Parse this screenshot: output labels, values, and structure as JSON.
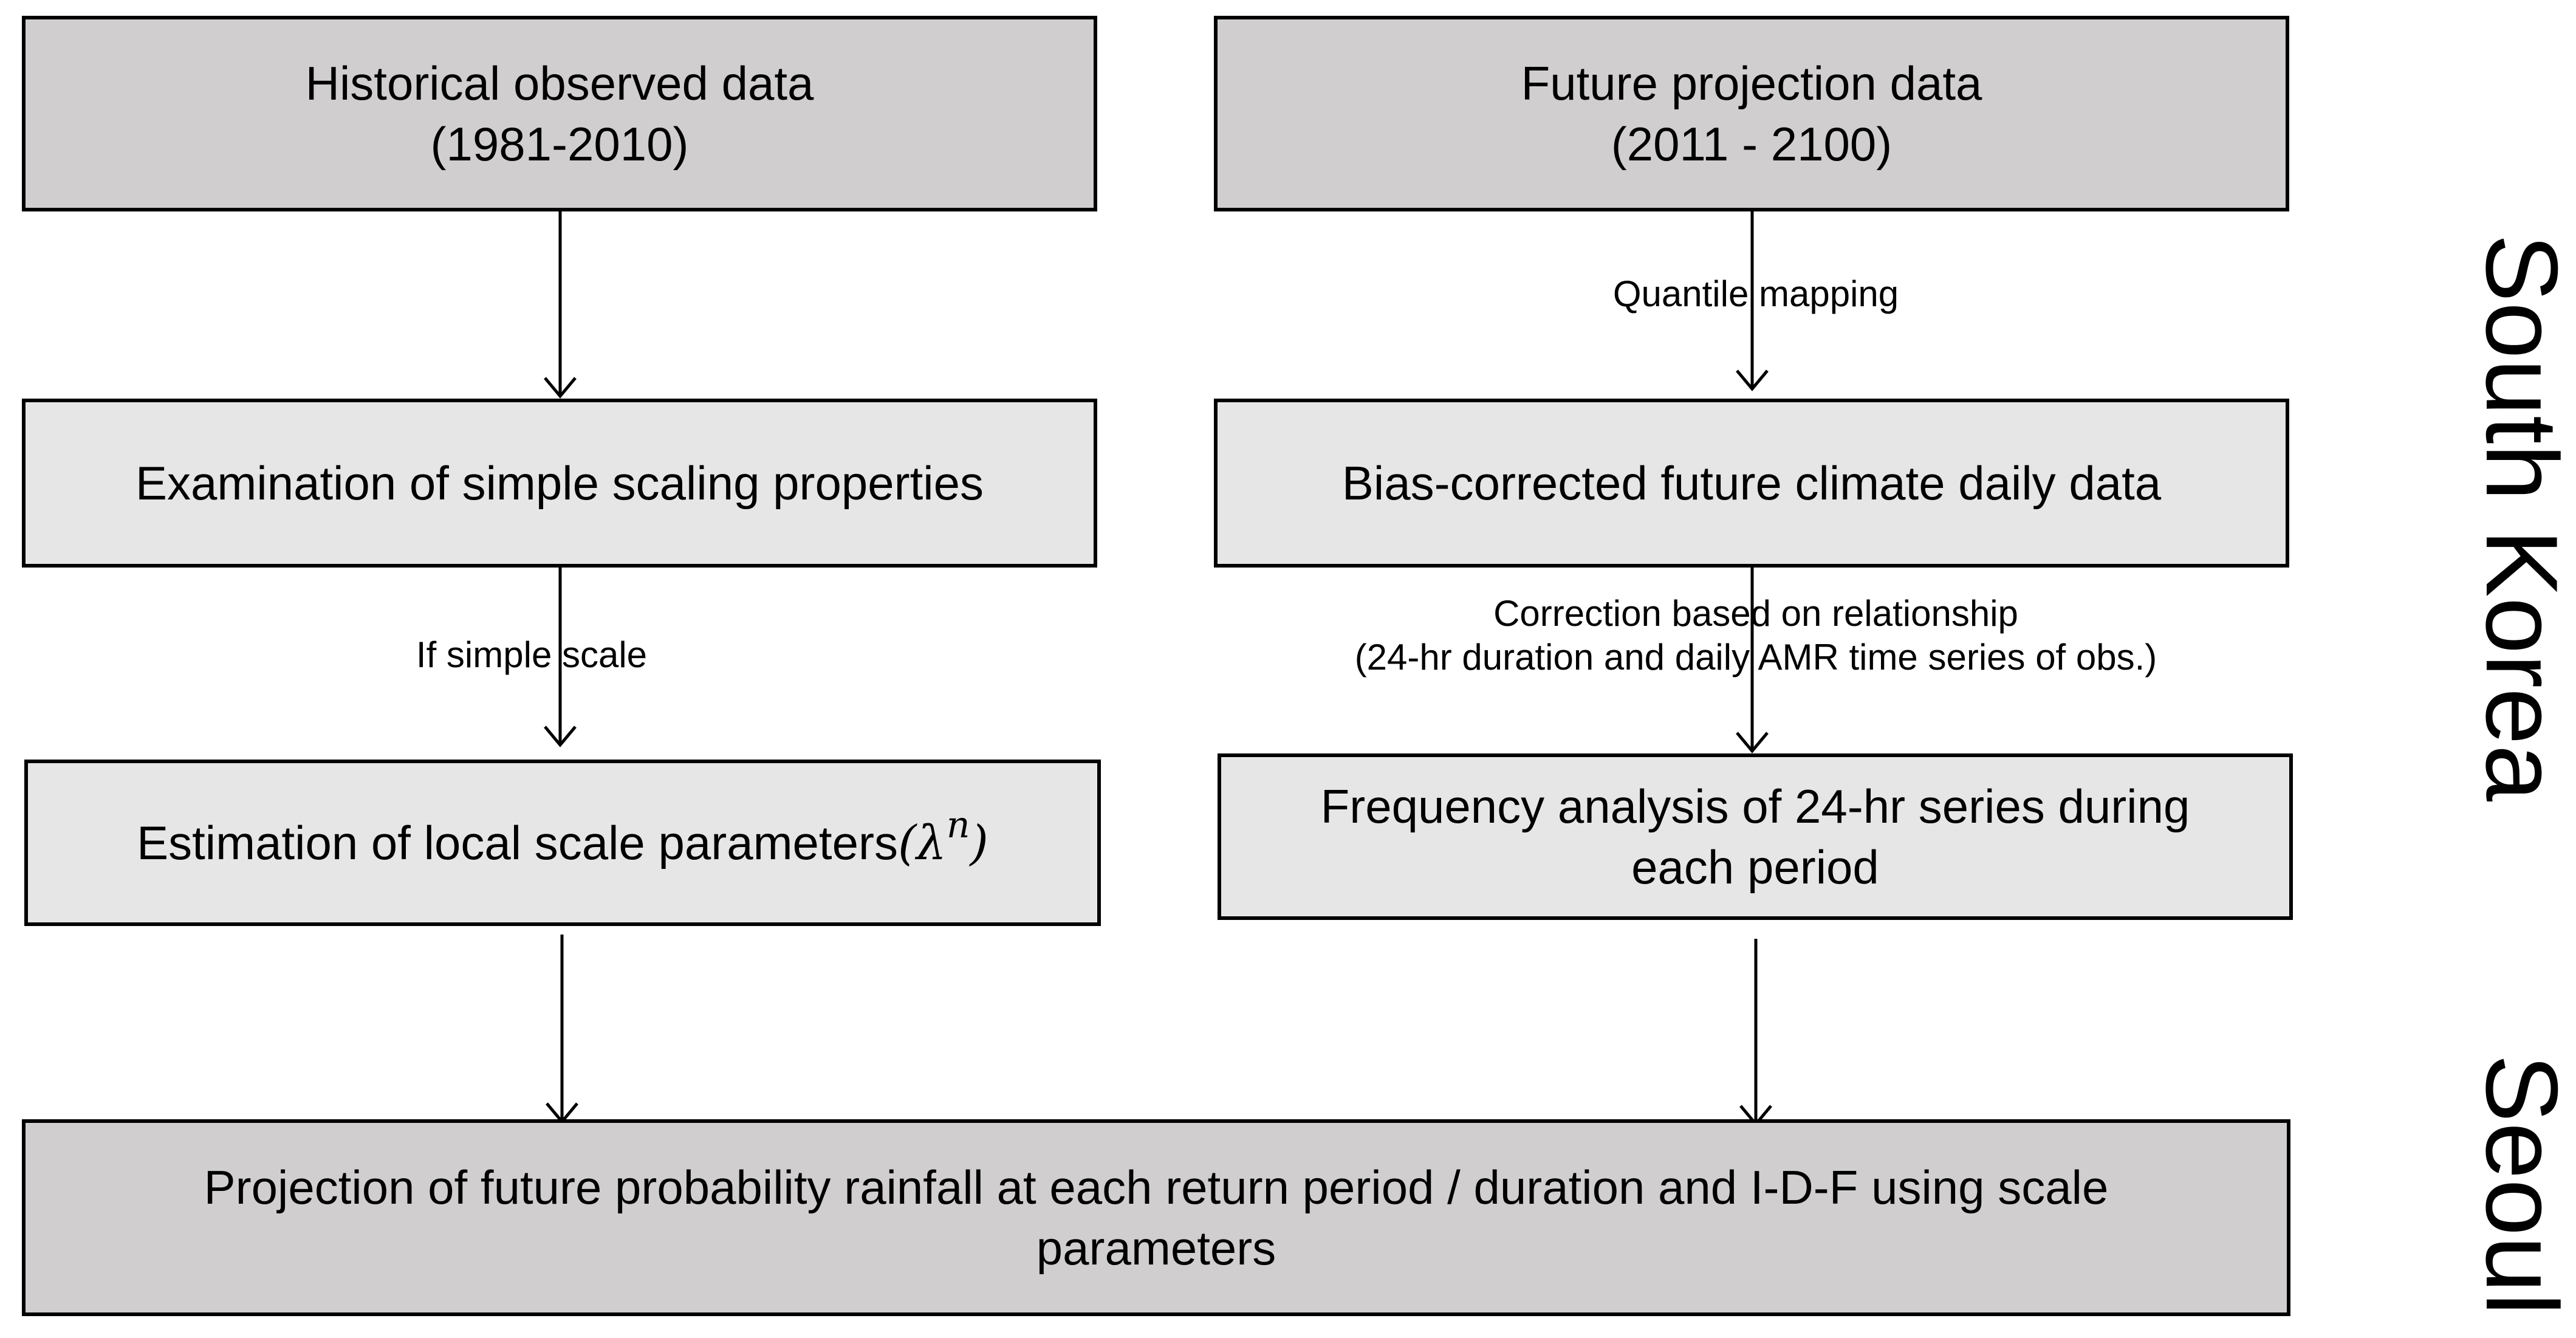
{
  "boxes": {
    "historical": {
      "line1": "Historical observed data",
      "line2": "(1981-2010)"
    },
    "future": {
      "line1": "Future projection data",
      "line2": "(2011 - 2100)"
    },
    "scaling": {
      "text": "Examination of simple scaling properties"
    },
    "bias": {
      "text": "Bias-corrected future climate daily data"
    },
    "local": {
      "text": "Estimation of local scale parameters",
      "symbol": "λ",
      "exponent": "n"
    },
    "frequency": {
      "line1": "Frequency analysis of 24-hr series during",
      "line2": "each period"
    },
    "projection": {
      "line1": "Projection of future probability rainfall at each return period / duration and I-D-F using scale",
      "line2": "parameters"
    }
  },
  "edge_labels": {
    "quantile": "Quantile mapping",
    "simple_scale": "If simple scale",
    "correction_line1": "Correction based on relationship",
    "correction_line2": "(24-hr duration and daily AMR time series of obs.)"
  },
  "side_labels": {
    "south_korea": "South Korea",
    "seoul": "Seoul"
  }
}
